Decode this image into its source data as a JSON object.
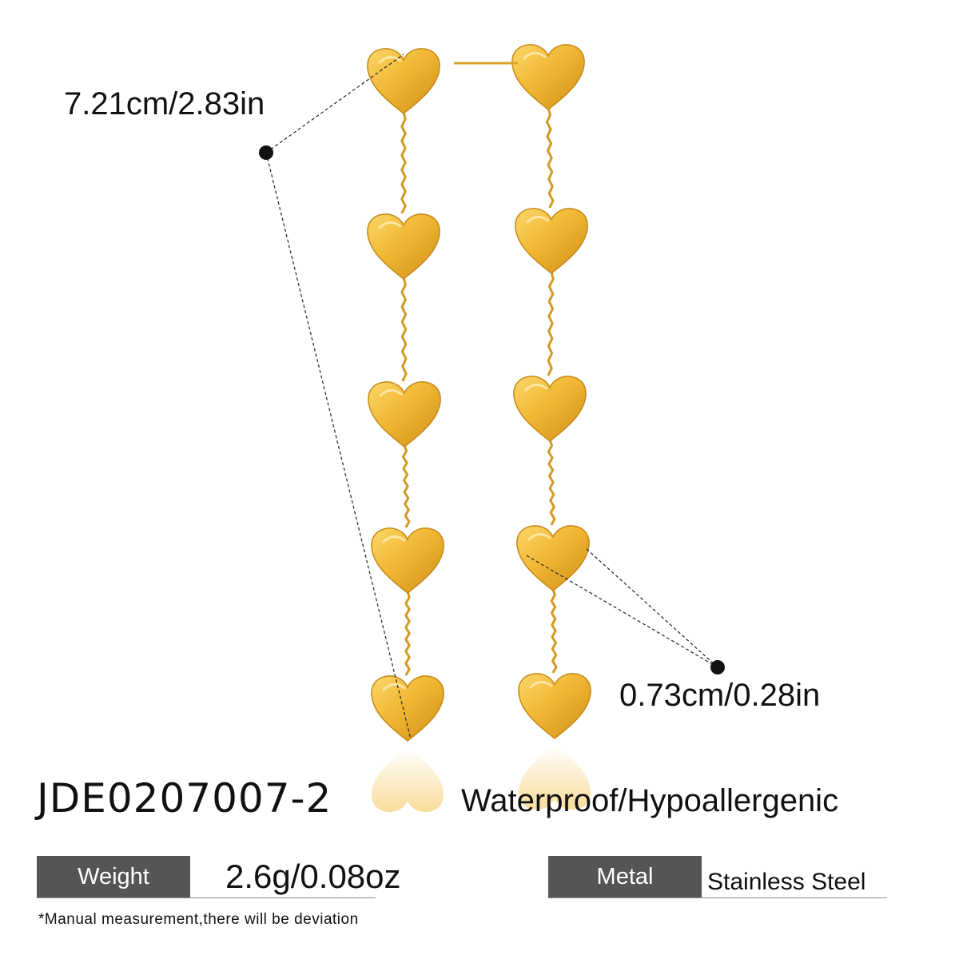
{
  "product": {
    "sku": "JDE0207007-2",
    "feature": "Waterproof/Hypoallergenic"
  },
  "dimensions": {
    "length": "7.21cm/2.83in",
    "heart_size": "0.73cm/0.28in"
  },
  "specs": {
    "weight_label": "Weight",
    "weight_value": "2.6g/0.08oz",
    "metal_label": "Metal",
    "metal_value": "Stainless Steel"
  },
  "note": "*Manual measurement,there will be deviation",
  "colors": {
    "gold": "#f0b630",
    "gold_light": "#f8cf5a",
    "gold_dark": "#c98a16",
    "label_bg": "#555555"
  },
  "illustration": {
    "subject": "pair of gold heart-chain drop earrings",
    "hearts_per_earring": 5
  }
}
